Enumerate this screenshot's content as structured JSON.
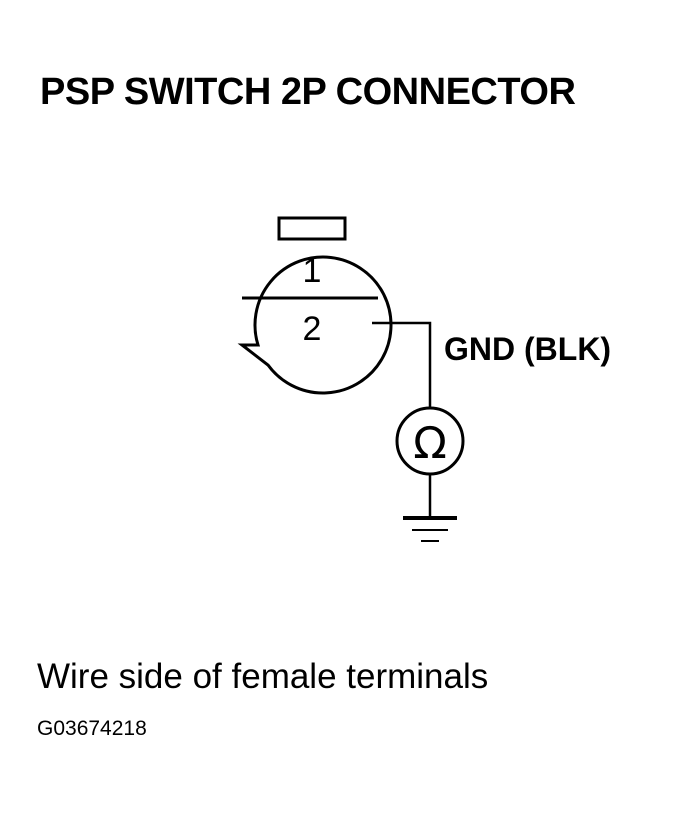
{
  "title": "PSP SWITCH 2P CONNECTOR",
  "connector": {
    "terminals": [
      "1",
      "2"
    ]
  },
  "wire_label": "GND (BLK)",
  "meter_symbol": "Ω",
  "ground_icon": "ground-symbol-icon",
  "caption": "Wire side of female terminals",
  "figure_code": "G03674218"
}
